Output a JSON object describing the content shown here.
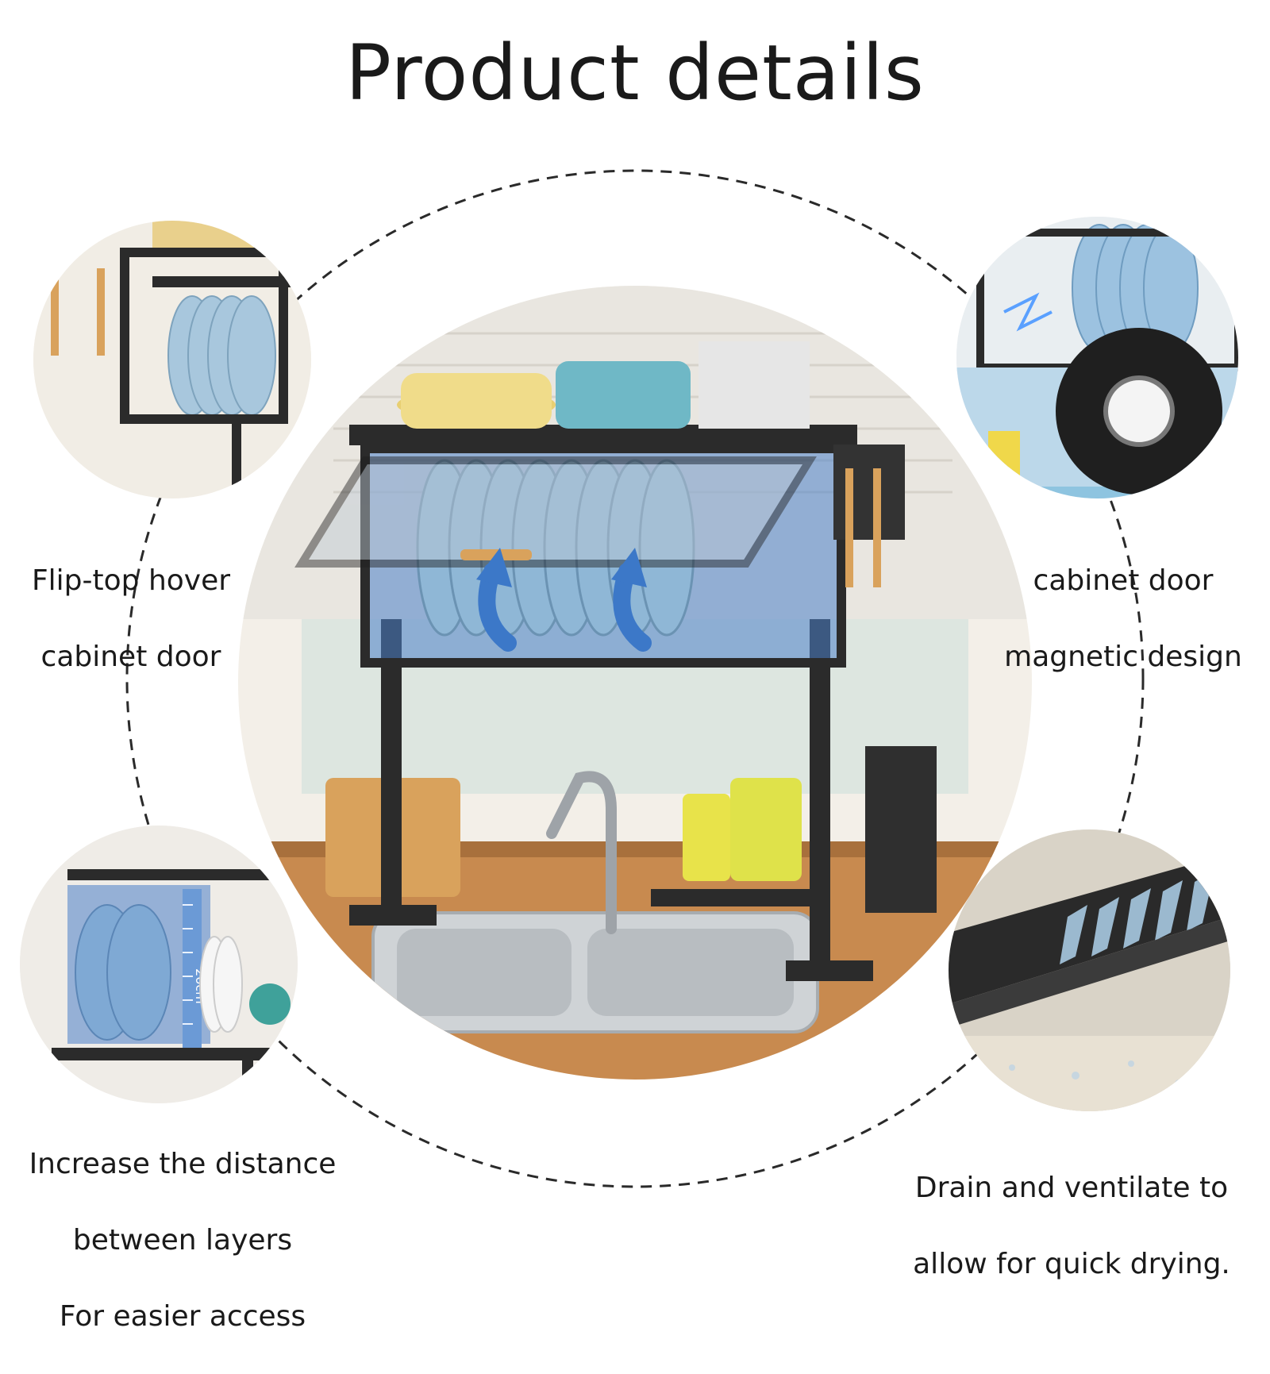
{
  "title": "Product details",
  "features": [
    {
      "id": "flip-top",
      "lines": [
        "Flip-top hover",
        "cabinet door"
      ]
    },
    {
      "id": "magnetic",
      "lines": [
        "cabinet door",
        "magnetic design"
      ]
    },
    {
      "id": "distance",
      "lines": [
        "Increase the distance",
        "between layers",
        "For easier access"
      ]
    },
    {
      "id": "drain",
      "lines": [
        "Drain and ventilate to",
        "allow for quick drying."
      ]
    }
  ],
  "detail_labels": {
    "scale_mark": "26cm"
  },
  "colors": {
    "text": "#1a1a1a",
    "rack_frame": "#2b2b2b",
    "accent_blue": "#4a7fc8",
    "wood": "#d9a25c",
    "plate_blue": "#8fb7d6",
    "pot_yellow": "#f0dc8a",
    "pot_teal": "#6fb8c6"
  },
  "icons": [
    "flow-arrow-icon",
    "magnet-icon"
  ]
}
